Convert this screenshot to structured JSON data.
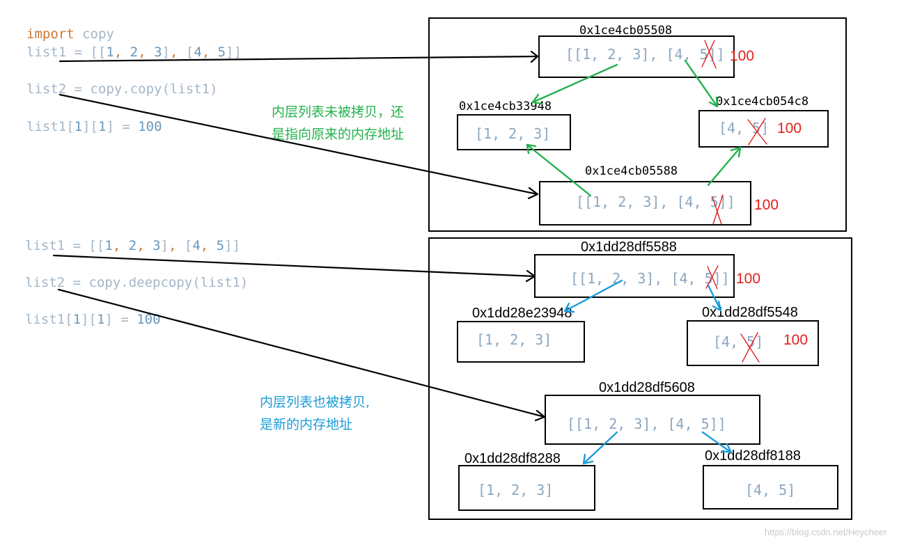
{
  "code_top": {
    "import_kw": "import",
    "import_mod": " copy",
    "line2": {
      "a": "list1 = [[",
      "n1": "1",
      "n2": "2",
      "n3": "3",
      "n4": "4",
      "n5": "5"
    },
    "line3": "list2 = copy.copy(list1)",
    "line4": {
      "a": "list1[",
      "i1": "1",
      "b": "][",
      "i2": "1",
      "c": "] = ",
      "v": "100"
    }
  },
  "code_bottom": {
    "line1": {
      "a": "list1 = [[",
      "n1": "1",
      "n2": "2",
      "n3": "3",
      "n4": "4",
      "n5": "5"
    },
    "line2": "list2 = copy.deepcopy(list1)",
    "line3": {
      "a": "list1[",
      "i1": "1",
      "b": "][",
      "i2": "1",
      "c": "] = ",
      "v": "100"
    }
  },
  "shallow": {
    "list1_addr": "0x1ce4cb05508",
    "list1_val": "[[1, 2, 3], [4, 5]]",
    "inner_a_addr": "0x1ce4cb33948",
    "inner_a_val": "[1, 2, 3]",
    "inner_b_addr": "0x1ce4cb054c8",
    "inner_b_val": "[4, 5]",
    "list2_addr": "0x1ce4cb05588",
    "list2_val": "[[1, 2, 3], [4, 5]]",
    "changed": "100",
    "note_line1": "内层列表未被拷贝，还",
    "note_line2": "是指向原来的内存地址"
  },
  "deep": {
    "list1_addr": "0x1dd28df5588",
    "list1_val": "[[1, 2, 3], [4, 5]]",
    "inner_a_addr": "0x1dd28e23948",
    "inner_a_val": "[1, 2, 3]",
    "inner_b_addr": "0x1dd28df5548",
    "inner_b_val": "[4, 5]",
    "list2_addr": "0x1dd28df5608",
    "list2_val": "[[1, 2, 3], [4, 5]]",
    "copy_a_addr": "0x1dd28df8288",
    "copy_a_val": "[1, 2, 3]",
    "copy_b_addr": "0x1dd28df8188",
    "copy_b_val": "[4, 5]",
    "changed": "100",
    "note_line1": "内层列表也被拷贝,",
    "note_line2": "是新的内存地址"
  },
  "watermark": "https://blog.csdn.net/Heycheer",
  "colors": {
    "green_arrow": "#22b14c",
    "blue_arrow": "#1a9cd9",
    "red_text": "#e0201c",
    "code_gray": "#a4b6c8",
    "code_keyword": "#cc7832",
    "code_number": "#6897bb"
  }
}
